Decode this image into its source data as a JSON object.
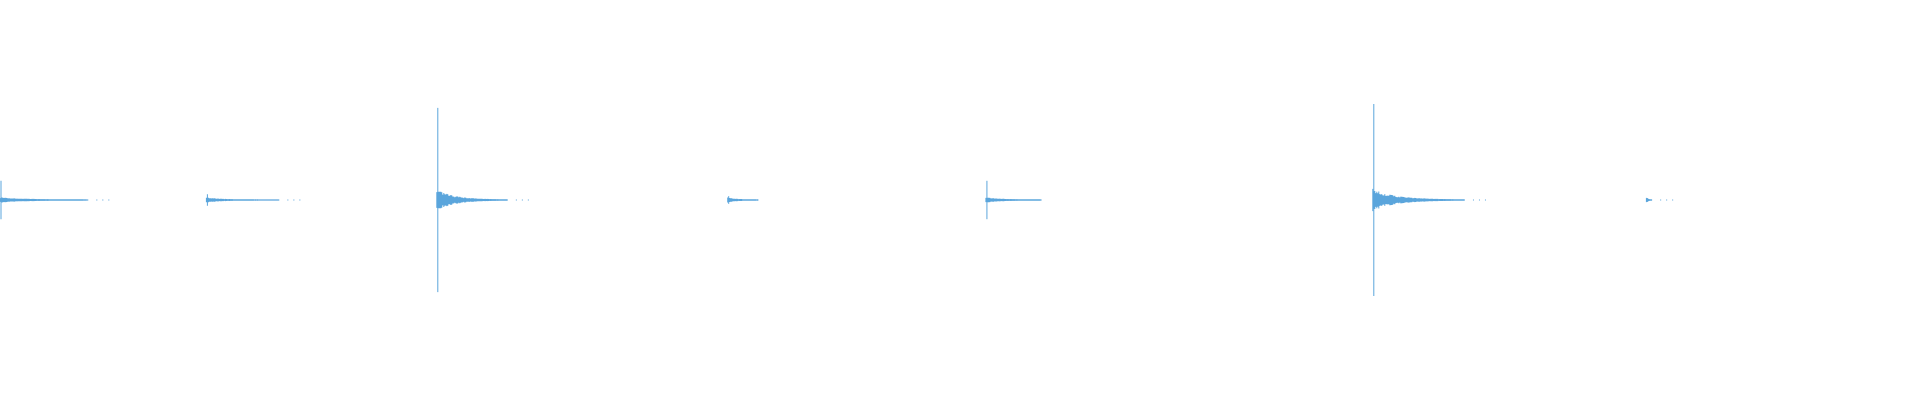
{
  "waveform": {
    "color": "#5aa5dc",
    "background": "#ffffff",
    "bursts": [
      {
        "t": 0.0,
        "peak": 0.1,
        "decay": 0.046,
        "tail": 0.046
      },
      {
        "t": 0.1075,
        "peak": 0.03,
        "decay": 0.027,
        "tail": 0.038
      },
      {
        "t": 0.2275,
        "peak": 0.48,
        "decay": 0.032,
        "tail": 0.037
      },
      {
        "t": 0.379,
        "peak": 0.02,
        "decay": 0.016,
        "tail": 0.016
      },
      {
        "t": 0.5135,
        "peak": 0.1,
        "decay": 0.029,
        "tail": 0.029
      },
      {
        "t": 0.715,
        "peak": 0.5,
        "decay": 0.041,
        "tail": 0.048
      },
      {
        "t": 0.8575,
        "peak": 0.01,
        "decay": 0.002,
        "tail": 0.003
      }
    ]
  }
}
